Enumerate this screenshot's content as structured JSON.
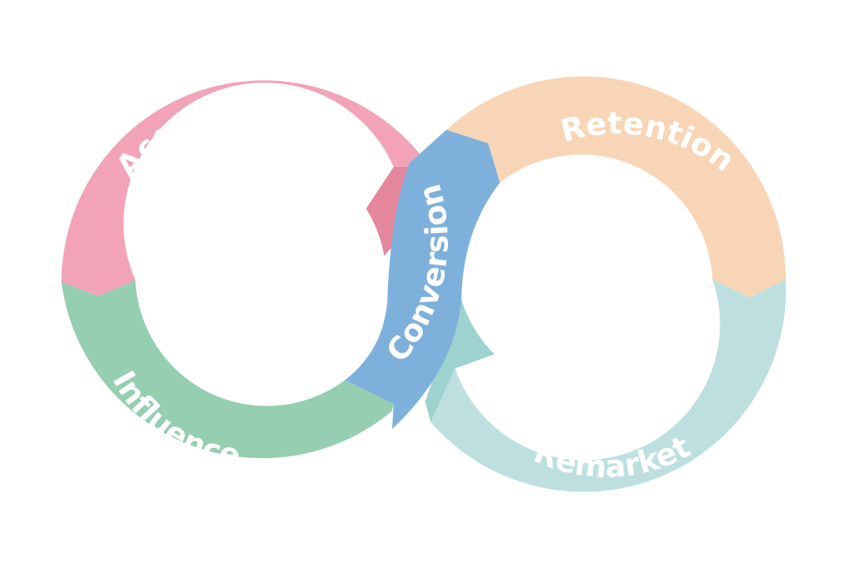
{
  "stages": {
    "acquisition": {
      "label": "Acquisition",
      "color": "#f2a3b7",
      "shade": "#e4879c"
    },
    "influence": {
      "label": "Influence",
      "color": "#95ceb1"
    },
    "conversion": {
      "label": "Conversion",
      "color": "#7eb0dc"
    },
    "retention": {
      "label": "Retention",
      "color": "#f8d5b6"
    },
    "remarket": {
      "label": "Remarket",
      "color": "#bedfe0",
      "shade": "#9dd2ce"
    }
  }
}
